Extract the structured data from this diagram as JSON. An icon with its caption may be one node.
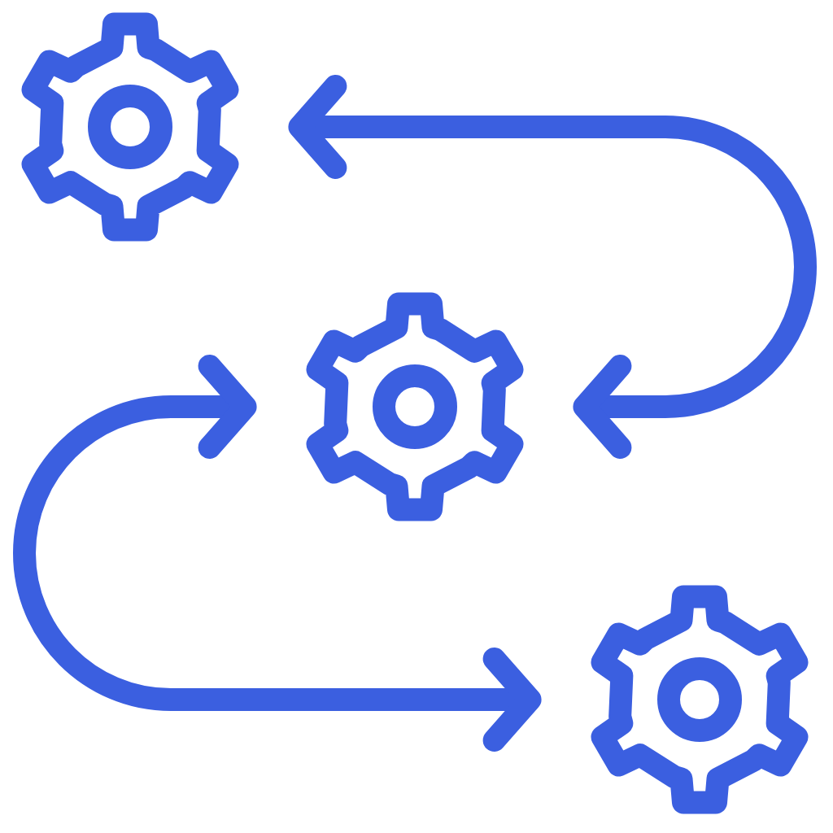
{
  "diagram": {
    "nodes": [
      {
        "text": [],
        "shape": "gear"
      },
      {
        "text": [],
        "shape": "gear"
      },
      {
        "text": [],
        "shape": "gear"
      }
    ],
    "edges": [
      {
        "from": 1,
        "to": 0,
        "arrow": "both"
      },
      {
        "from": 1,
        "to": 2,
        "arrow": "both"
      }
    ]
  }
}
